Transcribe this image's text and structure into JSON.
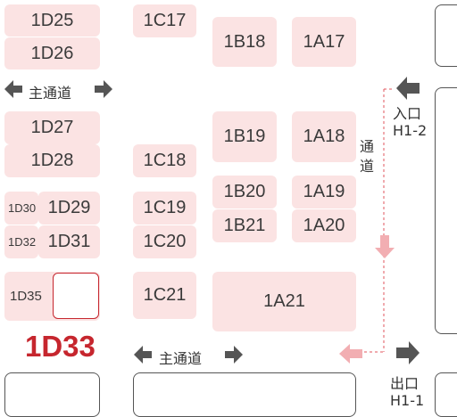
{
  "booths": {
    "b_1D25": "1D25",
    "b_1D26": "1D26",
    "b_1D27": "1D27",
    "b_1D28": "1D28",
    "b_1D30": "1D30",
    "b_1D29": "1D29",
    "b_1D32": "1D32",
    "b_1D31": "1D31",
    "b_1D35": "1D35",
    "b_1C17": "1C17",
    "b_1C18": "1C18",
    "b_1C19": "1C19",
    "b_1C20": "1C20",
    "b_1C21": "1C21",
    "b_1B18": "1B18",
    "b_1B19": "1B19",
    "b_1B20": "1B20",
    "b_1B21": "1B21",
    "b_1A17": "1A17",
    "b_1A18": "1A18",
    "b_1A19": "1A19",
    "b_1A20": "1A20",
    "b_1A21": "1A21"
  },
  "highlighted_booth": "1D33",
  "main_aisle_label": "主通道",
  "side_aisle_label_chars": [
    "通",
    "道"
  ],
  "entrance": {
    "label": "入口",
    "code": "H1-2"
  },
  "exit": {
    "label": "出口",
    "code": "H1-1"
  },
  "colors": {
    "booth_fill": "#fbe3e3",
    "highlight_red": "#c6262e",
    "arrow_gray": "#555555",
    "route_pink": "#f2aeb2"
  },
  "icons": [
    "left-arrow-icon",
    "right-arrow-icon",
    "down-arrow-icon"
  ]
}
